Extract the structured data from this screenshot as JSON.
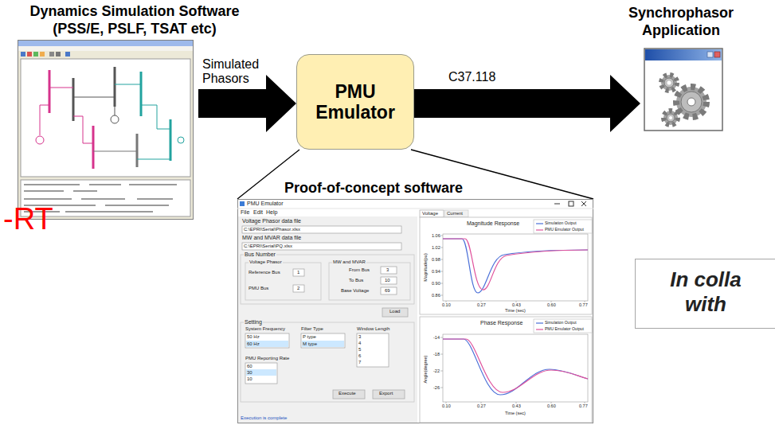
{
  "diagram": {
    "nodes": [
      {
        "text": [
          "Dynamics Simulation Software (PSS/E, PSLF, TSAT etc)"
        ]
      },
      {
        "text": [
          "PMU Emulator"
        ]
      },
      {
        "text": [
          "Synchrophasor Application"
        ]
      },
      {
        "text": [
          "Proof-of-concept software"
        ]
      },
      {
        "text": [
          "In colla with"
        ]
      }
    ],
    "edges": [
      {
        "from": 0,
        "to": 1,
        "label": "Simulated Phasors",
        "arrow": "to"
      },
      {
        "from": 1,
        "to": 2,
        "label": "C37.118",
        "arrow": "to"
      },
      {
        "from": 1,
        "to": 3,
        "arrow": "none"
      }
    ],
    "labels": [
      "-RT",
      "PMU Emulator",
      "File",
      "Edit",
      "Help",
      "Voltage Phasor data file",
      "C:\\EPRI\\Serial\\Phasor.xlsx",
      "MW and MVAR data file",
      "C:\\EPRI\\Serial\\PQ.xlsx",
      "Bus Number",
      "Voltage Phasor",
      "Reference Bus",
      "1",
      "PMU Bus",
      "2",
      "MW and MVAR",
      "From Bus",
      "3",
      "To Bus",
      "10",
      "Base Voltage",
      "69",
      "Load",
      "Setting",
      "System Frequency",
      "50 Hz",
      "60 Hz",
      "Filter Type",
      "P type",
      "M type",
      "Window Length",
      "3",
      "4",
      "5",
      "6",
      "7",
      "PMU Reporting Rate",
      "60",
      "30",
      "10",
      "Execute",
      "Export",
      "Execution is complete",
      "Voltage",
      "Current",
      "Magnitude Response",
      "Simulation Output",
      "PMU Emulator Output",
      "1.06",
      "1.02",
      "0.98",
      "0.94",
      "0.90",
      "0.86",
      "0.10",
      "0.27",
      "0.43",
      "0.60",
      "0.77",
      "Time (sec)",
      "Magnitude(pu)",
      "Phase Response",
      "Simulation Output",
      "PMU Emulator Output",
      "-14",
      "-18",
      "-22",
      "-26",
      "0.10",
      "0.27",
      "0.43",
      "0.60",
      "0.77",
      "Time (sec)",
      "Angle(degree)"
    ]
  }
}
